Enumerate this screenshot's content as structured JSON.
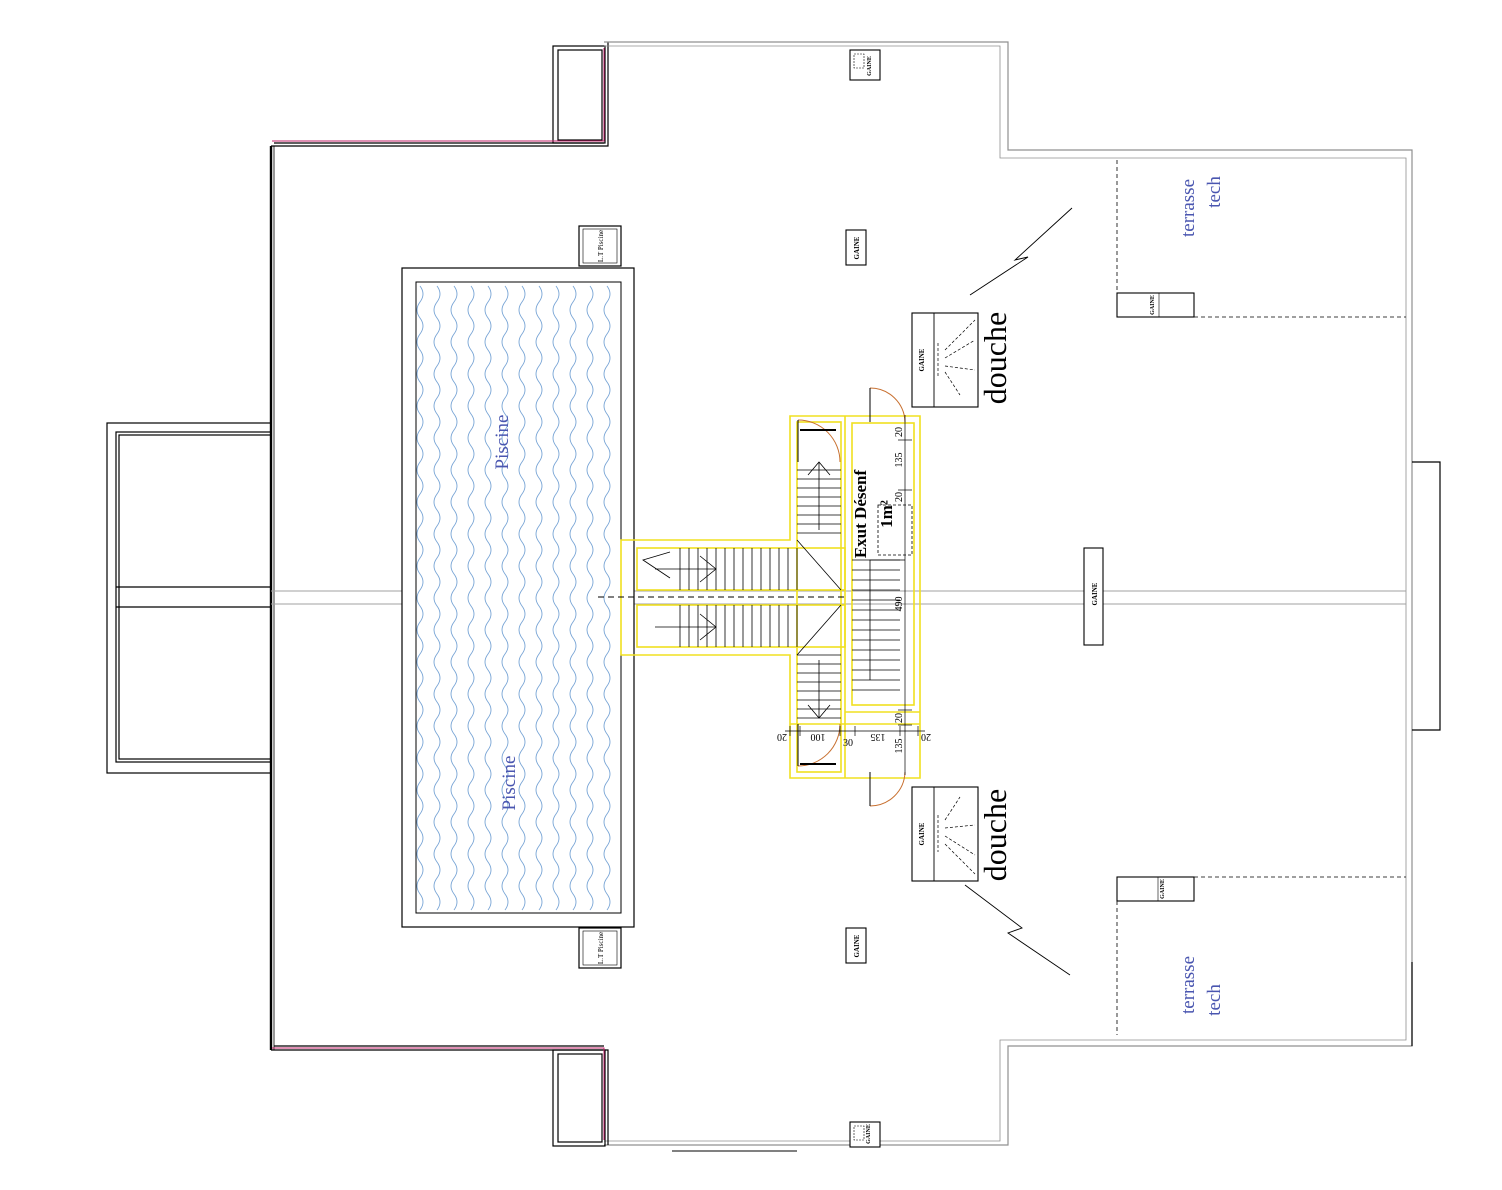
{
  "labels": {
    "piscine_top": "Piscine",
    "piscine_bottom": "Piscine",
    "douche_top": "douche",
    "douche_bottom": "douche",
    "terrasse_top_1": "terrasse",
    "terrasse_top_2": "tech",
    "terrasse_bottom_1": "terrasse",
    "terrasse_bottom_2": "tech",
    "local_piscine_top": "L.T Piscine",
    "local_piscine_bottom": "L.T Piscine",
    "gaine": "GAINE",
    "exut_line1": "Exut Désenf",
    "exut_line2": "1m²"
  },
  "dimensions": {
    "d20_top": "20",
    "d135_right": "135",
    "d20_mid": "20",
    "d490": "490",
    "d20_lower": "20",
    "d135_lower": "135",
    "d20_left": "20",
    "d100": "100",
    "d30": "30",
    "d135_h": "135",
    "d20_right": "20"
  },
  "colors": {
    "water": "#7aa6d6",
    "label_blue": "#4a56b0",
    "stair_yellow": "#f0e020",
    "door_arc": "#c87030",
    "facade_pink": "#c0206a",
    "wall": "#000000",
    "grey_wall": "#a0a0a0"
  }
}
